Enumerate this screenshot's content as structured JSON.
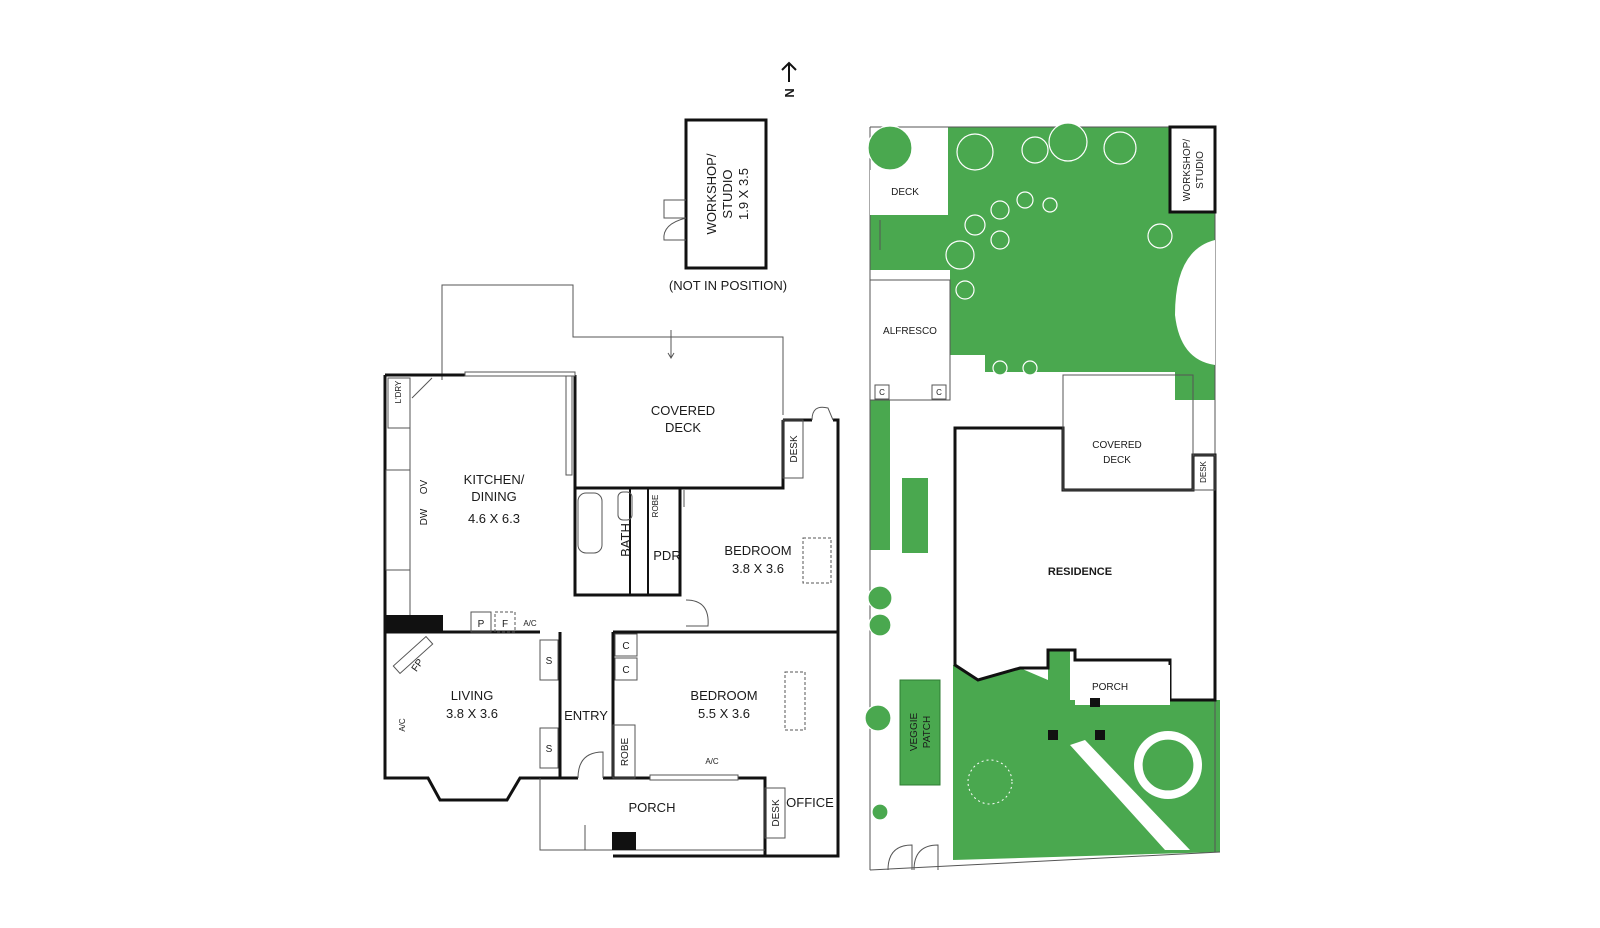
{
  "compass": {
    "label": "N"
  },
  "ground_floor": {
    "workshop": {
      "name": "WORKSHOP/\nSTUDIO",
      "line1": "WORKSHOP/",
      "line2": "STUDIO",
      "dims": "1.9 X 3.5",
      "note": "(NOT IN POSITION)"
    },
    "covered_deck": {
      "line1": "COVERED",
      "line2": "DECK"
    },
    "kitchen": {
      "line1": "KITCHEN/",
      "line2": "DINING",
      "dims": "4.6 X 6.3"
    },
    "laundry": "L'DRY",
    "oven": "OV",
    "dishwasher": "DW",
    "pantry": "P",
    "fridge": "F",
    "ac": "A/C",
    "bath": "BATH",
    "robe": "ROBE",
    "pdr": "PDR",
    "bedroom1": {
      "name": "BEDROOM",
      "dims": "3.8 X 3.6"
    },
    "desk": "DESK",
    "living": {
      "name": "LIVING",
      "dims": "3.8 X 3.6"
    },
    "fireplace": "FP",
    "storage": "S",
    "cupboard": "C",
    "entry": "ENTRY",
    "bedroom2": {
      "name": "BEDROOM",
      "dims": "5.5 X 3.6"
    },
    "porch": "PORCH",
    "office": "OFFICE"
  },
  "site_plan": {
    "deck": "DECK",
    "workshop_line1": "WORKSHOP/",
    "workshop_line2": "STUDIO",
    "alfresco": "ALFRESCO",
    "cupboard": "C",
    "covered_deck_line1": "COVERED",
    "covered_deck_line2": "DECK",
    "desk": "DESK",
    "residence": "RESIDENCE",
    "porch": "PORCH",
    "veggie_line1": "VEGGIE",
    "veggie_line2": "PATCH"
  },
  "colors": {
    "garden": "#4aa84f",
    "wall": "#111111"
  }
}
